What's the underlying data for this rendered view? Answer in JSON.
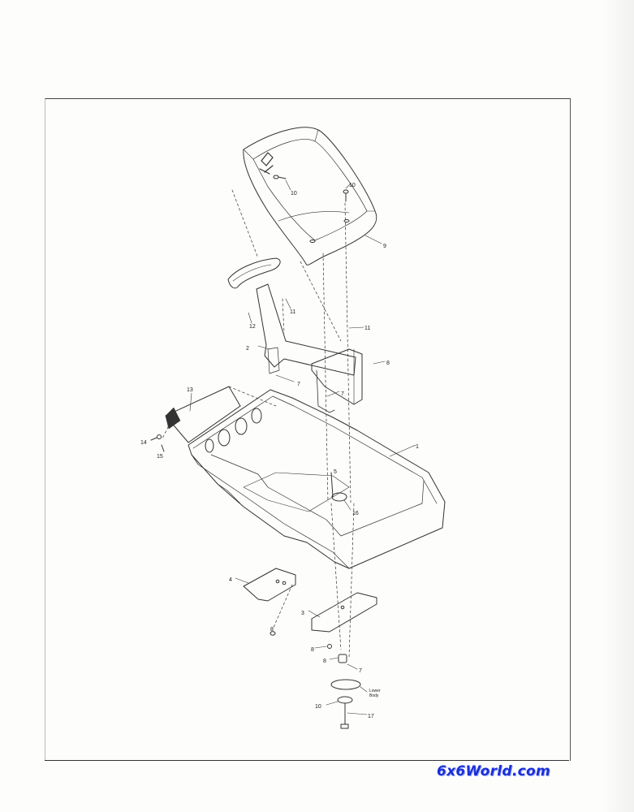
{
  "callouts": {
    "c1": "1",
    "c2": "2",
    "c3": "3",
    "c4": "4",
    "c5": "5",
    "c7a": "7",
    "c7b": "7",
    "c7c": "7",
    "c8a": "8",
    "c8b": "8",
    "c8c": "8",
    "c8d": "8",
    "c9": "9",
    "c10a": "10",
    "c10b": "10",
    "c10c": "10",
    "c11a": "11",
    "c11b": "11",
    "c12": "12",
    "c13": "13",
    "c14": "14",
    "c15": "15",
    "c16": "16",
    "c17": "17"
  },
  "lower_body_note": [
    "Lower",
    "Body"
  ],
  "watermark": "6x6World.com",
  "colors": {
    "linework": "#333333",
    "watermark": "#1a2fd6"
  }
}
